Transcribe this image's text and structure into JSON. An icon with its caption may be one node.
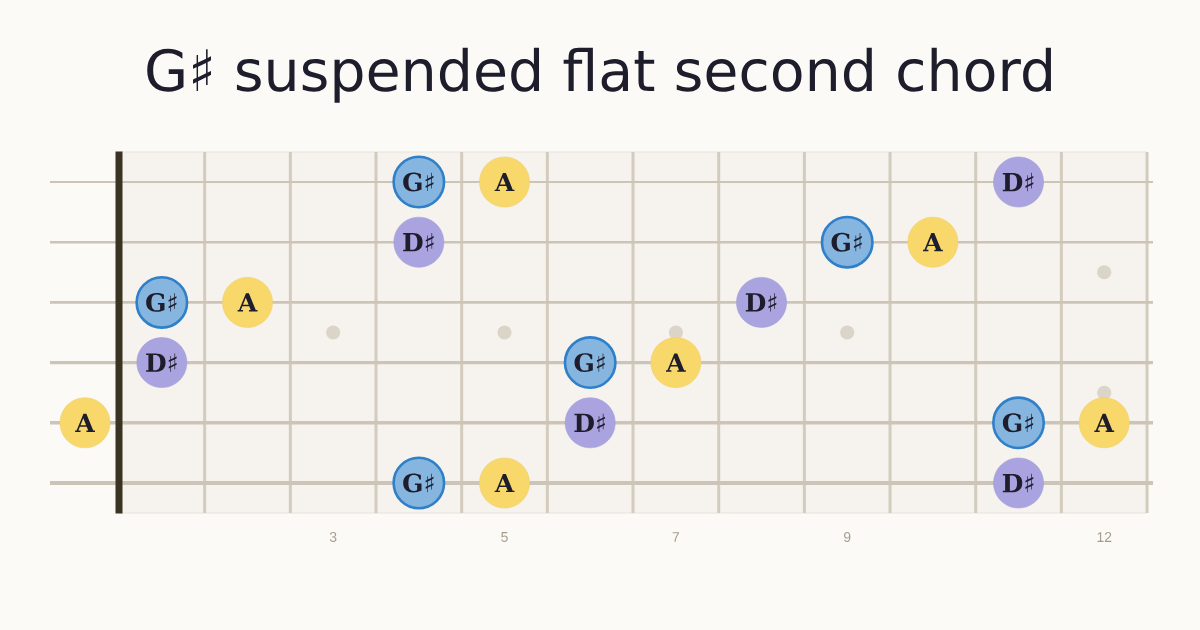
{
  "diagram": {
    "title": "G♯ suspended flat second chord",
    "nodes": [
      {
        "text": [
          "G♯"
        ]
      },
      {
        "text": [
          "A"
        ]
      },
      {
        "text": [
          "D♯"
        ]
      },
      {
        "text": [
          "D♯"
        ]
      },
      {
        "text": [
          "G♯"
        ]
      },
      {
        "text": [
          "A"
        ]
      },
      {
        "text": [
          "G♯"
        ]
      },
      {
        "text": [
          "A"
        ]
      },
      {
        "text": [
          "D♯"
        ]
      },
      {
        "text": [
          "D♯"
        ]
      },
      {
        "text": [
          "G♯"
        ]
      },
      {
        "text": [
          "A"
        ]
      },
      {
        "text": [
          "A"
        ]
      },
      {
        "text": [
          "D♯"
        ]
      },
      {
        "text": [
          "G♯"
        ]
      },
      {
        "text": [
          "A"
        ]
      },
      {
        "text": [
          "G♯"
        ]
      },
      {
        "text": [
          "A"
        ]
      },
      {
        "text": [
          "D♯"
        ]
      }
    ],
    "labels": [
      "3",
      "5",
      "7",
      "9",
      "12"
    ]
  }
}
